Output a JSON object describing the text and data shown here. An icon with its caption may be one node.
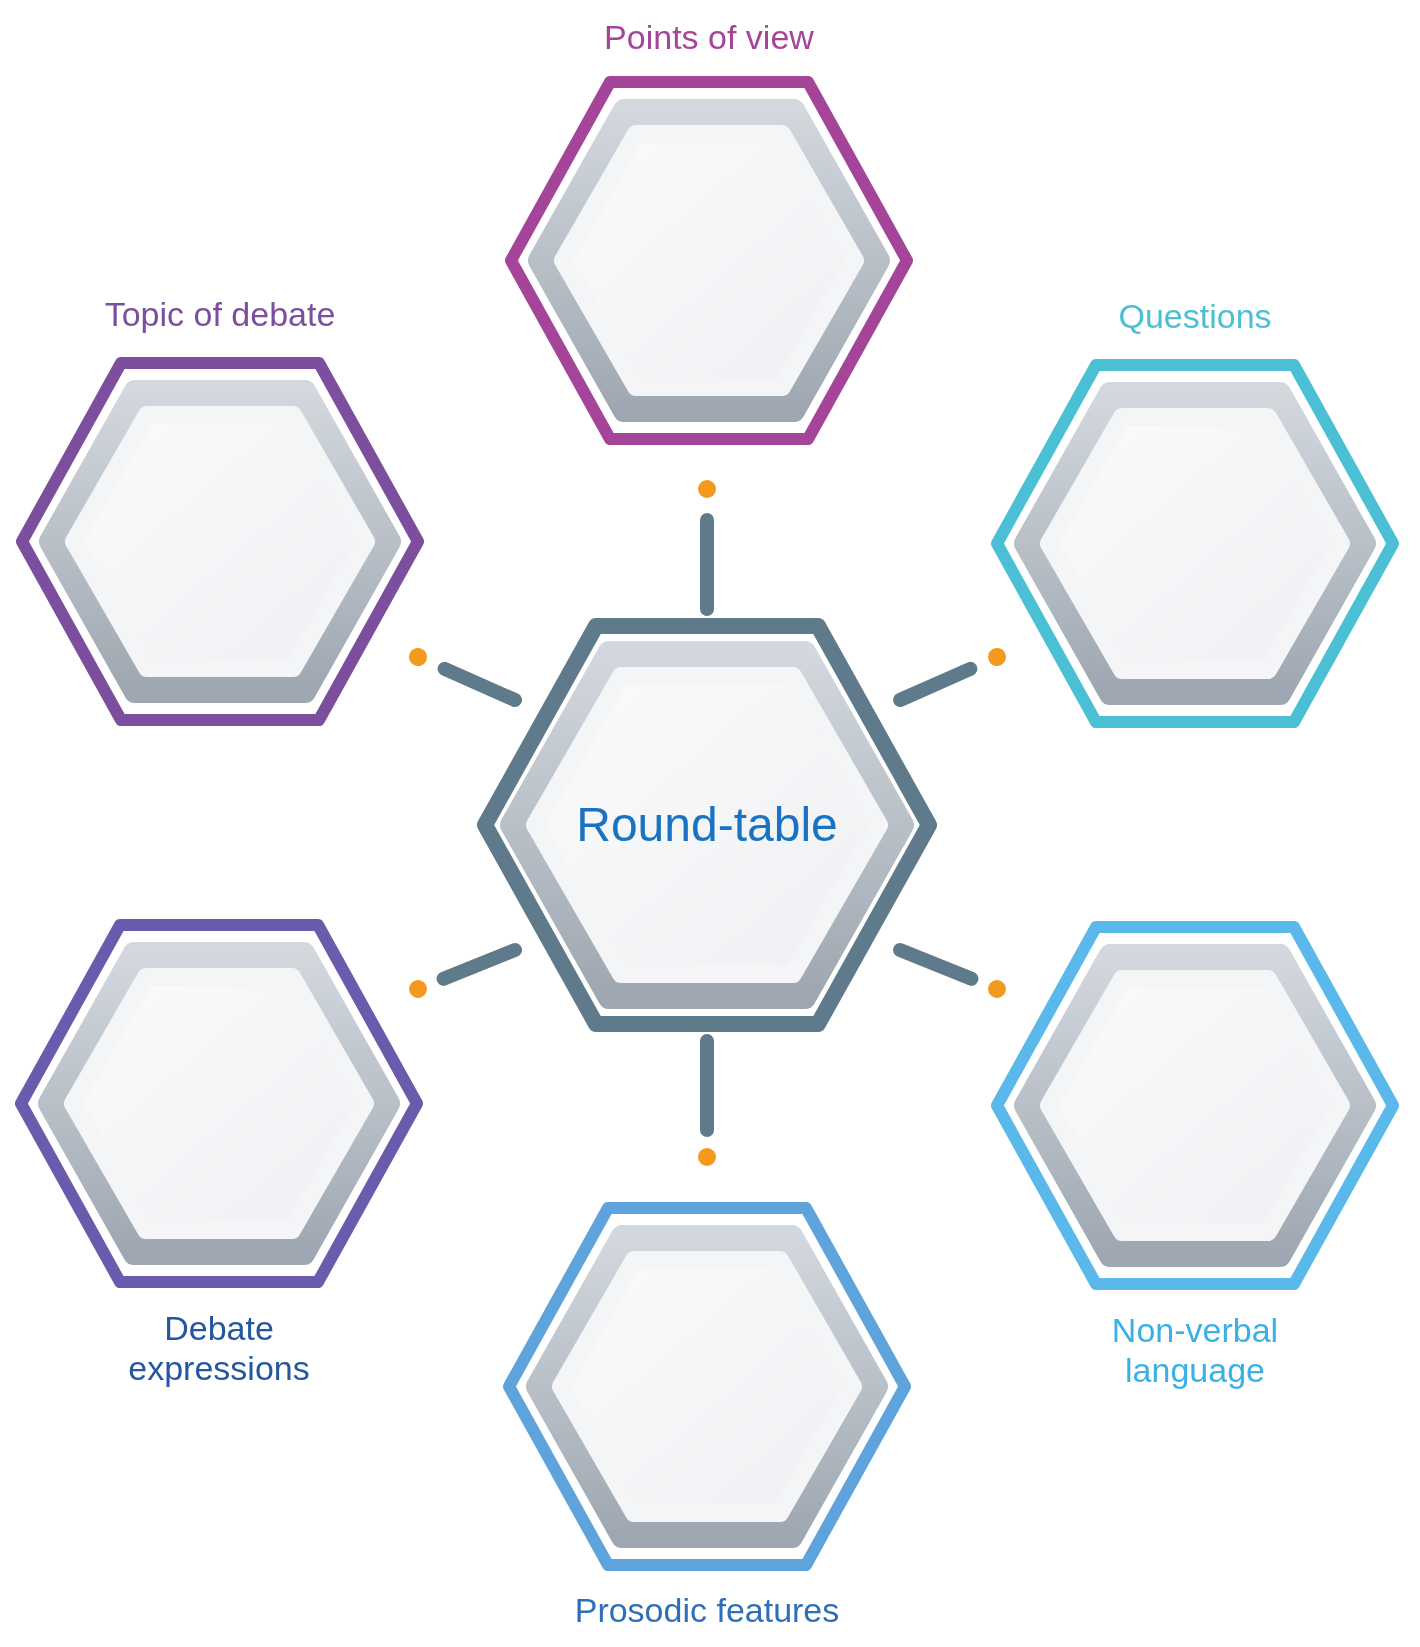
{
  "diagram": {
    "nodes": [
      {
        "text": [
          "Points of view"
        ]
      },
      {
        "text": [
          "Topic of debate"
        ]
      },
      {
        "text": [
          "Questions"
        ]
      },
      {
        "text": [
          "Round-table"
        ]
      },
      {
        "text": [
          "Debate expressions"
        ]
      },
      {
        "text": [
          "Non-verbal language"
        ]
      },
      {
        "text": [
          "Prosodic features"
        ]
      }
    ],
    "edges": [
      {
        "from": 3,
        "to": 0,
        "arrow": "other"
      },
      {
        "from": 3,
        "to": 1,
        "arrow": "other"
      },
      {
        "from": 3,
        "to": 2,
        "arrow": "other"
      },
      {
        "from": 3,
        "to": 4,
        "arrow": "other"
      },
      {
        "from": 3,
        "to": 5,
        "arrow": "other"
      },
      {
        "from": 3,
        "to": 6,
        "arrow": "other"
      }
    ]
  }
}
